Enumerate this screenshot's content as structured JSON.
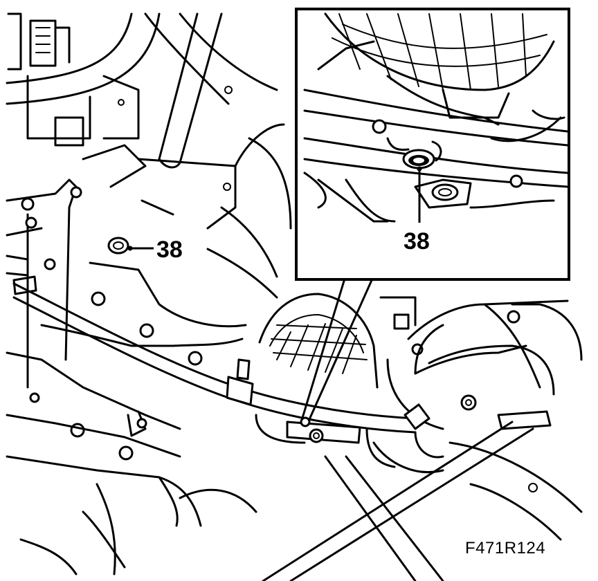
{
  "figure": {
    "code": "F471R124"
  },
  "callouts": {
    "main_label": "38",
    "inset_label": "38"
  }
}
